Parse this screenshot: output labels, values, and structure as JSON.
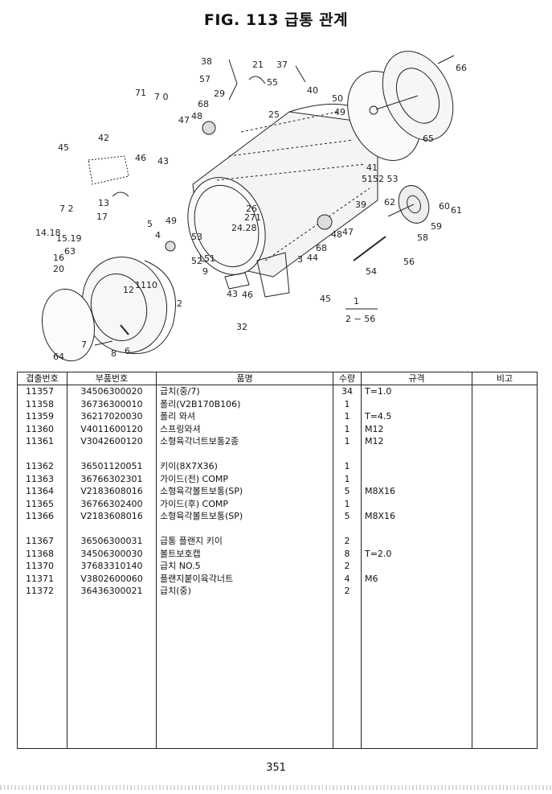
{
  "title": "FIG. 113 급통 관계",
  "callouts": [
    {
      "id": "38",
      "text": "38"
    },
    {
      "id": "57",
      "text": "57"
    },
    {
      "id": "29",
      "text": "29"
    },
    {
      "id": "21",
      "text": "21"
    },
    {
      "id": "37",
      "text": "37"
    },
    {
      "id": "55",
      "text": "55"
    },
    {
      "id": "40",
      "text": "40"
    },
    {
      "id": "66",
      "text": "66"
    },
    {
      "id": "71",
      "text": "71"
    },
    {
      "id": "70",
      "text": "7 0"
    },
    {
      "id": "68a",
      "text": "68"
    },
    {
      "id": "48a",
      "text": "48"
    },
    {
      "id": "47a",
      "text": "47"
    },
    {
      "id": "25",
      "text": "25"
    },
    {
      "id": "50",
      "text": "50"
    },
    {
      "id": "49a",
      "text": "49"
    },
    {
      "id": "42",
      "text": "42"
    },
    {
      "id": "45a",
      "text": "45"
    },
    {
      "id": "46a",
      "text": "46"
    },
    {
      "id": "43a",
      "text": "43"
    },
    {
      "id": "65",
      "text": "65"
    },
    {
      "id": "41",
      "text": "41"
    },
    {
      "id": "5152",
      "text": "5152 53"
    },
    {
      "id": "72",
      "text": "7 2"
    },
    {
      "id": "13",
      "text": "13"
    },
    {
      "id": "17",
      "text": "17"
    },
    {
      "id": "39",
      "text": "39"
    },
    {
      "id": "62",
      "text": "62"
    },
    {
      "id": "60",
      "text": "60"
    },
    {
      "id": "61",
      "text": "61"
    },
    {
      "id": "26",
      "text": "26"
    },
    {
      "id": "271",
      "text": "271"
    },
    {
      "id": "2428",
      "text": "24.28"
    },
    {
      "id": "1418",
      "text": "14.18"
    },
    {
      "id": "1519",
      "text": "15.19"
    },
    {
      "id": "5",
      "text": "5"
    },
    {
      "id": "49b",
      "text": "49"
    },
    {
      "id": "4",
      "text": "4"
    },
    {
      "id": "53",
      "text": "53"
    },
    {
      "id": "48b",
      "text": "48"
    },
    {
      "id": "47b",
      "text": "47"
    },
    {
      "id": "59",
      "text": "59"
    },
    {
      "id": "58",
      "text": "58"
    },
    {
      "id": "16",
      "text": "16"
    },
    {
      "id": "63",
      "text": "63"
    },
    {
      "id": "20",
      "text": "20"
    },
    {
      "id": "52",
      "text": "52"
    },
    {
      "id": "51",
      "text": "51"
    },
    {
      "id": "68b",
      "text": "68"
    },
    {
      "id": "3",
      "text": "3"
    },
    {
      "id": "44",
      "text": "44"
    },
    {
      "id": "56",
      "text": "56"
    },
    {
      "id": "12",
      "text": "12"
    },
    {
      "id": "1110",
      "text": "1110"
    },
    {
      "id": "9",
      "text": "9"
    },
    {
      "id": "54",
      "text": "54"
    },
    {
      "id": "2",
      "text": "2"
    },
    {
      "id": "43b",
      "text": "43"
    },
    {
      "id": "46b",
      "text": "46"
    },
    {
      "id": "45b",
      "text": "45"
    },
    {
      "id": "1",
      "text": "1"
    },
    {
      "id": "32",
      "text": "32"
    },
    {
      "id": "2to56",
      "text": "2 ∼ 56"
    },
    {
      "id": "64",
      "text": "64"
    },
    {
      "id": "7",
      "text": "7"
    },
    {
      "id": "8",
      "text": "8"
    },
    {
      "id": "6",
      "text": "6"
    }
  ],
  "table": {
    "headers": [
      "겹출번호",
      "부품번호",
      "품명",
      "수량",
      "규격",
      "비고"
    ],
    "rows": [
      {
        "no": "11357",
        "part": "34506300020",
        "name": "급치(중/7)",
        "qty": "34",
        "spec": "T=1.0",
        "note": ""
      },
      {
        "no": "11358",
        "part": "36736300010",
        "name": "폴리(V2B170B106)",
        "qty": "1",
        "spec": "",
        "note": ""
      },
      {
        "no": "11359",
        "part": "36217020030",
        "name": "폴리 와셔",
        "qty": "1",
        "spec": "T=4.5",
        "note": ""
      },
      {
        "no": "11360",
        "part": "V4011600120",
        "name": "스프링와셔",
        "qty": "1",
        "spec": "M12",
        "note": ""
      },
      {
        "no": "11361",
        "part": "V3042600120",
        "name": "소형육각너트보통2종",
        "qty": "1",
        "spec": "M12",
        "note": ""
      },
      {
        "no": "",
        "part": "",
        "name": "",
        "qty": "",
        "spec": "",
        "note": ""
      },
      {
        "no": "11362",
        "part": "36501120051",
        "name": "키이(8X7X36)",
        "qty": "1",
        "spec": "",
        "note": ""
      },
      {
        "no": "11363",
        "part": "36766302301",
        "name": "가이드(전) COMP",
        "qty": "1",
        "spec": "",
        "note": ""
      },
      {
        "no": "11364",
        "part": "V2183608016",
        "name": "소형육각볼트보통(SP)",
        "qty": "5",
        "spec": "M8X16",
        "note": ""
      },
      {
        "no": "11365",
        "part": "36766302400",
        "name": "가이드(후) COMP",
        "qty": "1",
        "spec": "",
        "note": ""
      },
      {
        "no": "11366",
        "part": "V2183608016",
        "name": "소형육각볼트보통(SP)",
        "qty": "5",
        "spec": "M8X16",
        "note": ""
      },
      {
        "no": "",
        "part": "",
        "name": "",
        "qty": "",
        "spec": "",
        "note": ""
      },
      {
        "no": "11367",
        "part": "36506300031",
        "name": "급통 플랜지 키이",
        "qty": "2",
        "spec": "",
        "note": ""
      },
      {
        "no": "11368",
        "part": "34506300030",
        "name": "볼트보호캡",
        "qty": "8",
        "spec": "T=2.0",
        "note": ""
      },
      {
        "no": "11370",
        "part": "37683310140",
        "name": "급치 NO.5",
        "qty": "2",
        "spec": "",
        "note": ""
      },
      {
        "no": "11371",
        "part": "V3802600060",
        "name": "플랜지붙이육각너트",
        "qty": "4",
        "spec": "M6",
        "note": ""
      },
      {
        "no": "11372",
        "part": "36436300021",
        "name": "급치(중)",
        "qty": "2",
        "spec": "",
        "note": ""
      }
    ]
  },
  "page_number": "351"
}
